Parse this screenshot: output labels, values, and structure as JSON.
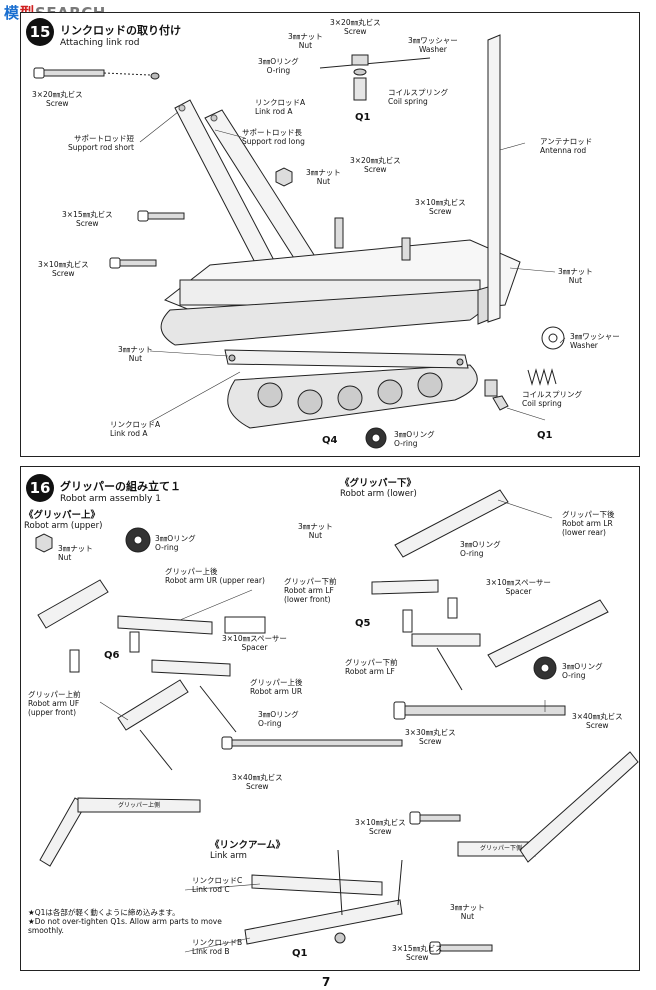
{
  "watermark": {
    "part_a": "模",
    "part_b": "型",
    "part_c": "SEARCH"
  },
  "step15": {
    "number": "15",
    "title_jp": "リンクロッドの取り付け",
    "title_en": "Attaching link rod",
    "labels": {
      "screw_3x20_a": {
        "jp": "3×20㎜丸ビス",
        "en": "Screw"
      },
      "screw_3x20_top": {
        "jp": "3×20㎜丸ビス",
        "en": "Screw"
      },
      "nut_top": {
        "jp": "3㎜ナット",
        "en": "Nut"
      },
      "washer_top": {
        "jp": "3㎜ワッシャー",
        "en": "Washer"
      },
      "oring_top": {
        "jp": "3㎜Oリング",
        "en": "O-ring"
      },
      "link_rod_a_top": {
        "jp": "リンクロッドA",
        "en": "Link rod A"
      },
      "coil_top": {
        "jp": "コイルスプリング",
        "en": "Coil spring"
      },
      "antenna": {
        "jp": "アンテナロッド",
        "en": "Antenna rod"
      },
      "support_short": {
        "jp": "サポートロッド短",
        "en": "Support rod short"
      },
      "support_long": {
        "jp": "サポートロッド長",
        "en": "Support rod long"
      },
      "nut_mid": {
        "jp": "3㎜ナット",
        "en": "Nut"
      },
      "screw_3x20_b": {
        "jp": "3×20㎜丸ビス",
        "en": "Screw"
      },
      "screw_3x15": {
        "jp": "3×15㎜丸ビス",
        "en": "Screw"
      },
      "screw_3x10_a": {
        "jp": "3×10㎜丸ビス",
        "en": "Screw"
      },
      "screw_3x10_b": {
        "jp": "3×10㎜丸ビス",
        "en": "Screw"
      },
      "nut_right": {
        "jp": "3㎜ナット",
        "en": "Nut"
      },
      "nut_left": {
        "jp": "3㎜ナット",
        "en": "Nut"
      },
      "washer_right": {
        "jp": "3㎜ワッシャー",
        "en": "Washer"
      },
      "coil_right": {
        "jp": "コイルスプリング",
        "en": "Coil spring"
      },
      "link_rod_a_bottom": {
        "jp": "リンクロッドA",
        "en": "Link rod A"
      },
      "oring_bottom": {
        "jp": "3㎜Oリング",
        "en": "O-ring"
      }
    },
    "callouts": {
      "q1_top": "Q1",
      "q4": "Q4",
      "q1_right": "Q1"
    }
  },
  "step16": {
    "number": "16",
    "title_jp": "グリッパーの組み立て１",
    "title_en": "Robot arm assembly 1",
    "upper": {
      "jp": "《グリッパー上》",
      "en": "Robot arm (upper)"
    },
    "lower": {
      "jp": "《グリッパー下》",
      "en": "Robot arm (lower)"
    },
    "link_arm": {
      "jp": "《リンクアーム》",
      "en": "Link arm"
    },
    "labels": {
      "nut_u": {
        "jp": "3㎜ナット",
        "en": "Nut"
      },
      "oring_u": {
        "jp": "3㎜Oリング",
        "en": "O-ring"
      },
      "arm_ur_rear": {
        "jp": "グリッパー上後",
        "en": "Robot arm UR (upper rear)"
      },
      "spacer_u": {
        "jp": "3×10㎜スペーサー",
        "en": "Spacer"
      },
      "arm_ur": {
        "jp": "グリッパー上後",
        "en": "Robot arm UR"
      },
      "arm_uf_jp": "グリッパー上前",
      "arm_uf_en1": "Robot arm UF",
      "arm_uf_en2": "(upper front)",
      "oring_u2": {
        "jp": "3㎜Oリング",
        "en": "O-ring"
      },
      "screw_3x40_u": {
        "jp": "3×40㎜丸ビス",
        "en": "Screw"
      },
      "nut_l": {
        "jp": "3㎜ナット",
        "en": "Nut"
      },
      "oring_l": {
        "jp": "3㎜Oリング",
        "en": "O-ring"
      },
      "arm_lr_jp": "グリッパー下後",
      "arm_lr_en1": "Robot arm LR",
      "arm_lr_en2": "(lower rear)",
      "arm_lf_front_jp": "グリッパー下前",
      "arm_lf_front_en1": "Robot arm LF",
      "arm_lf_front_en2": "(lower front)",
      "spacer_l": {
        "jp": "3×10㎜スペーサー",
        "en": "Spacer"
      },
      "arm_lf": {
        "jp": "グリッパー下前",
        "en": "Robot arm LF"
      },
      "oring_l2": {
        "jp": "3㎜Oリング",
        "en": "O-ring"
      },
      "screw_3x40_l": {
        "jp": "3×40㎜丸ビス",
        "en": "Screw"
      },
      "screw_3x30": {
        "jp": "3×30㎜丸ビス",
        "en": "Screw"
      },
      "screw_3x10_k": {
        "jp": "3×10㎜丸ビス",
        "en": "Screw"
      },
      "link_rod_c": {
        "jp": "リンクロッドC",
        "en": "Link rod C"
      },
      "nut_k": {
        "jp": "3㎜ナット",
        "en": "Nut"
      },
      "link_rod_b": {
        "jp": "リンクロッドB",
        "en": "Link rod B"
      },
      "screw_3x15_k": {
        "jp": "3×15㎜丸ビス",
        "en": "Screw"
      }
    },
    "arm_texts": {
      "upper": "グリッパー上側",
      "lower": "グリッパー下側"
    },
    "callouts": {
      "q6": "Q6",
      "q5": "Q5",
      "q1": "Q1"
    },
    "notes": [
      "★Q1は各部が軽く動くように締め込みます。",
      "★Do not over-tighten Q1s. Allow arm parts to move",
      "smoothly."
    ]
  },
  "page_number": "7"
}
